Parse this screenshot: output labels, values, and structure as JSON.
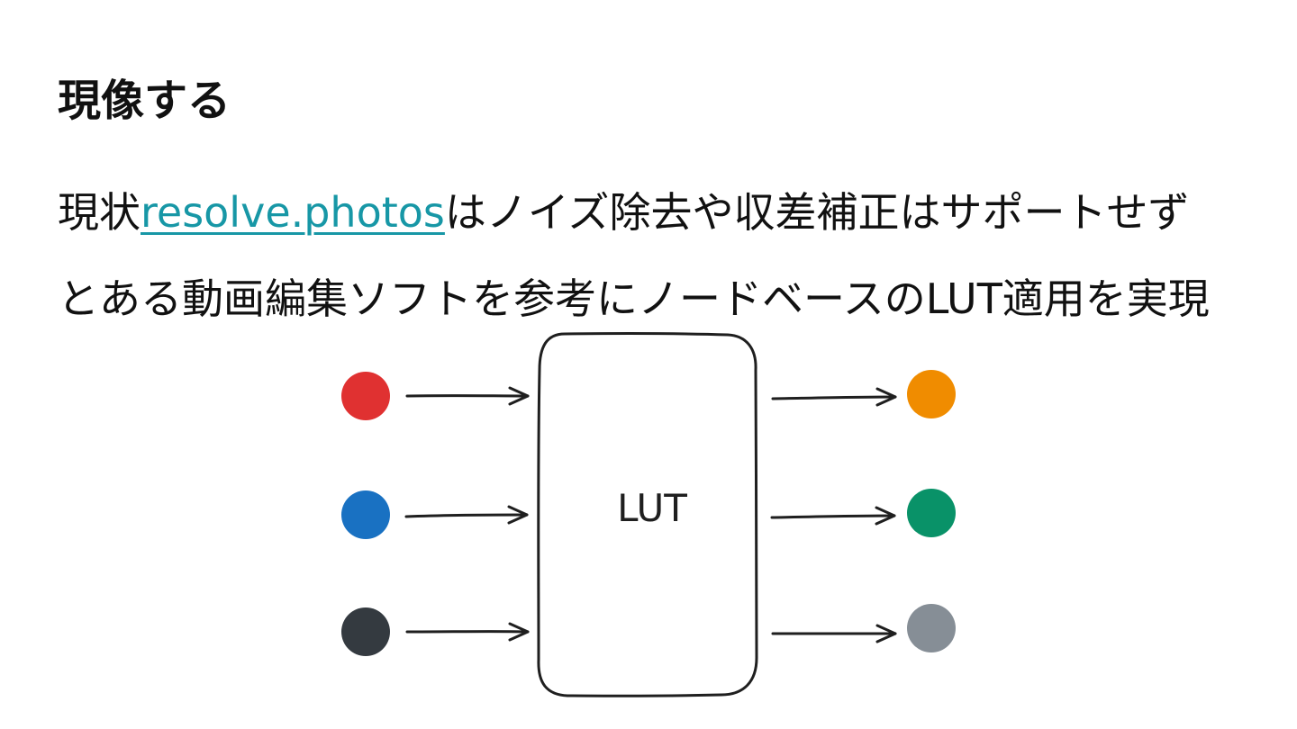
{
  "slide": {
    "title": "現像する",
    "body": {
      "line1_prefix": "現状",
      "line1_link": "resolve.photos",
      "line1_suffix": "はノイズ除去や収差補正はサポートせず",
      "line2": "とある動画編集ソフトを参考にノードベースのLUT適用を実現"
    }
  },
  "diagram": {
    "center_label": "LUT",
    "colors": {
      "stroke": "#1f1f1f",
      "input_red": "#e03131",
      "input_blue": "#1971c2",
      "input_dark": "#343a40",
      "output_orange": "#f08c00",
      "output_green": "#099268",
      "output_gray": "#868e96",
      "link": "#1797a6"
    }
  }
}
